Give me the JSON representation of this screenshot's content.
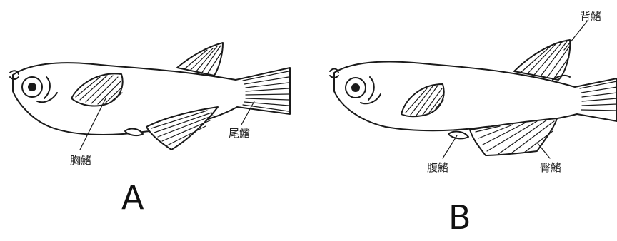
{
  "figure_a": {
    "letter": "A",
    "labels": {
      "pectoral_fin": "胸鰭",
      "caudal_fin": "尾鰭"
    }
  },
  "figure_b": {
    "letter": "B",
    "labels": {
      "dorsal_fin": "背鰭",
      "pelvic_fin": "腹鰭",
      "anal_fin": "臀鰭"
    }
  }
}
